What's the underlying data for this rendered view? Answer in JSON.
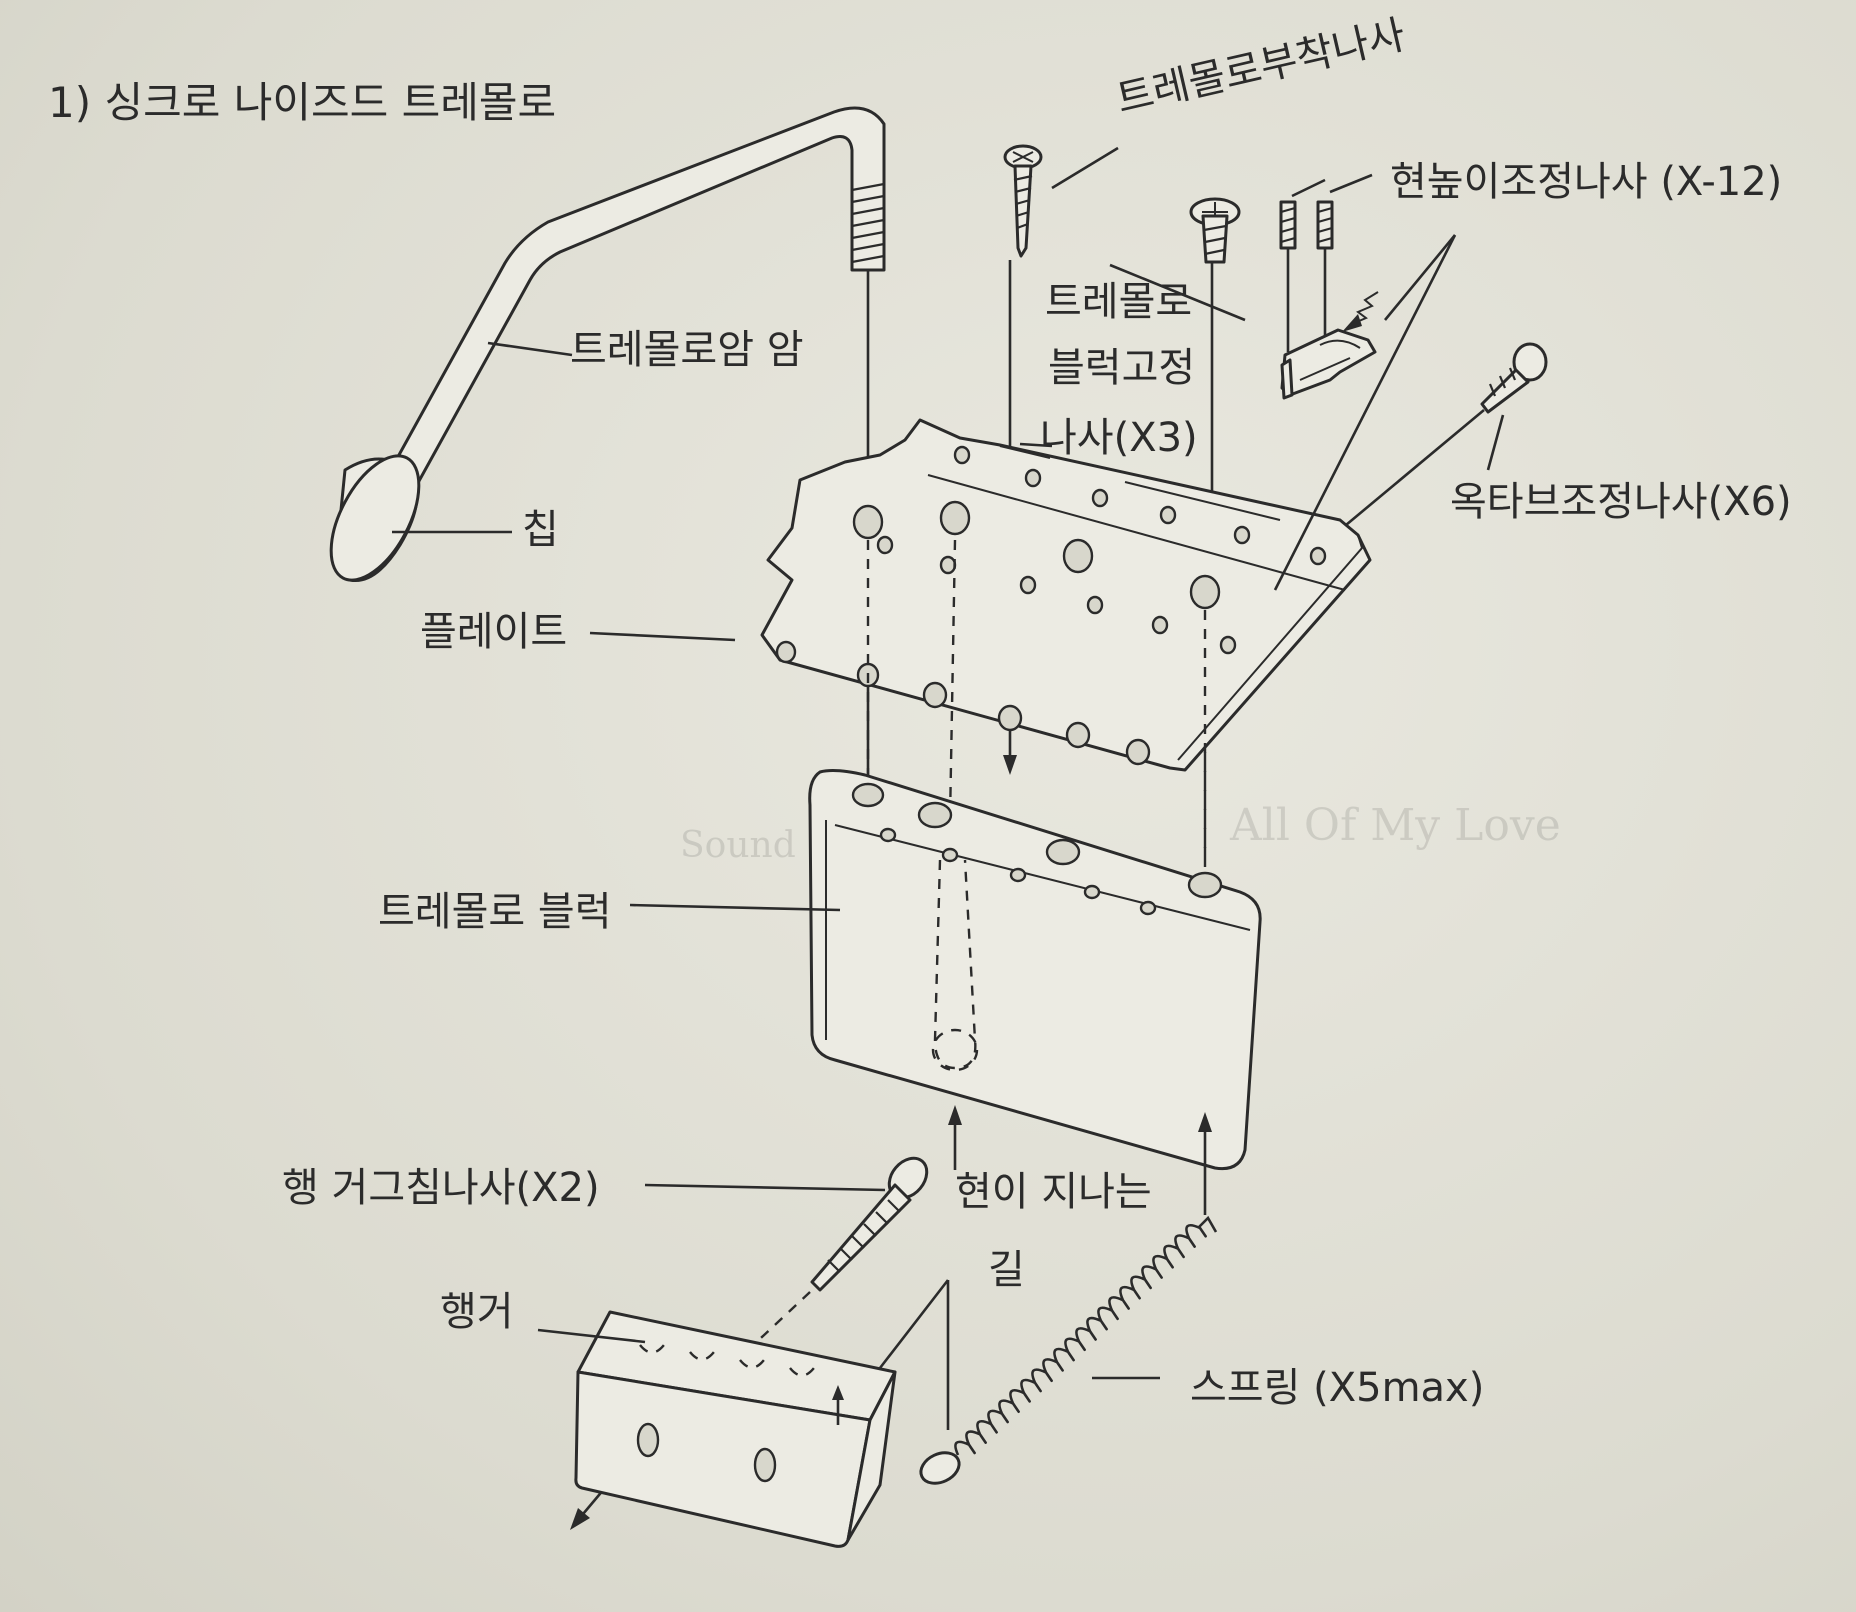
{
  "title": "1) 싱크로 나이즈드 트레몰로",
  "labels": {
    "mount_screw": "트레몰로부착나사",
    "height_screw": "현높이조정나사 (X-12)",
    "block_screw_1": "트레몰로",
    "block_screw_2": "블럭고정",
    "block_screw_3": "나사(X3)",
    "arm": "트레몰로암 암",
    "tip": "칩",
    "octave_screw": "옥타브조정나사(X6)",
    "plate": "플레이트",
    "block": "트레몰로 블럭",
    "hanger_screw": "행 거그침나사(X2)",
    "string_path_1": "현이 지나는",
    "string_path_2": "길",
    "hanger": "행거",
    "spring": "스프링 (X5max)"
  },
  "bleed_through": {
    "line_1": "All Of My Love",
    "line_2": "Sound Source"
  },
  "colors": {
    "paper": "#e3e2d8",
    "ink": "#2b2b2b"
  }
}
